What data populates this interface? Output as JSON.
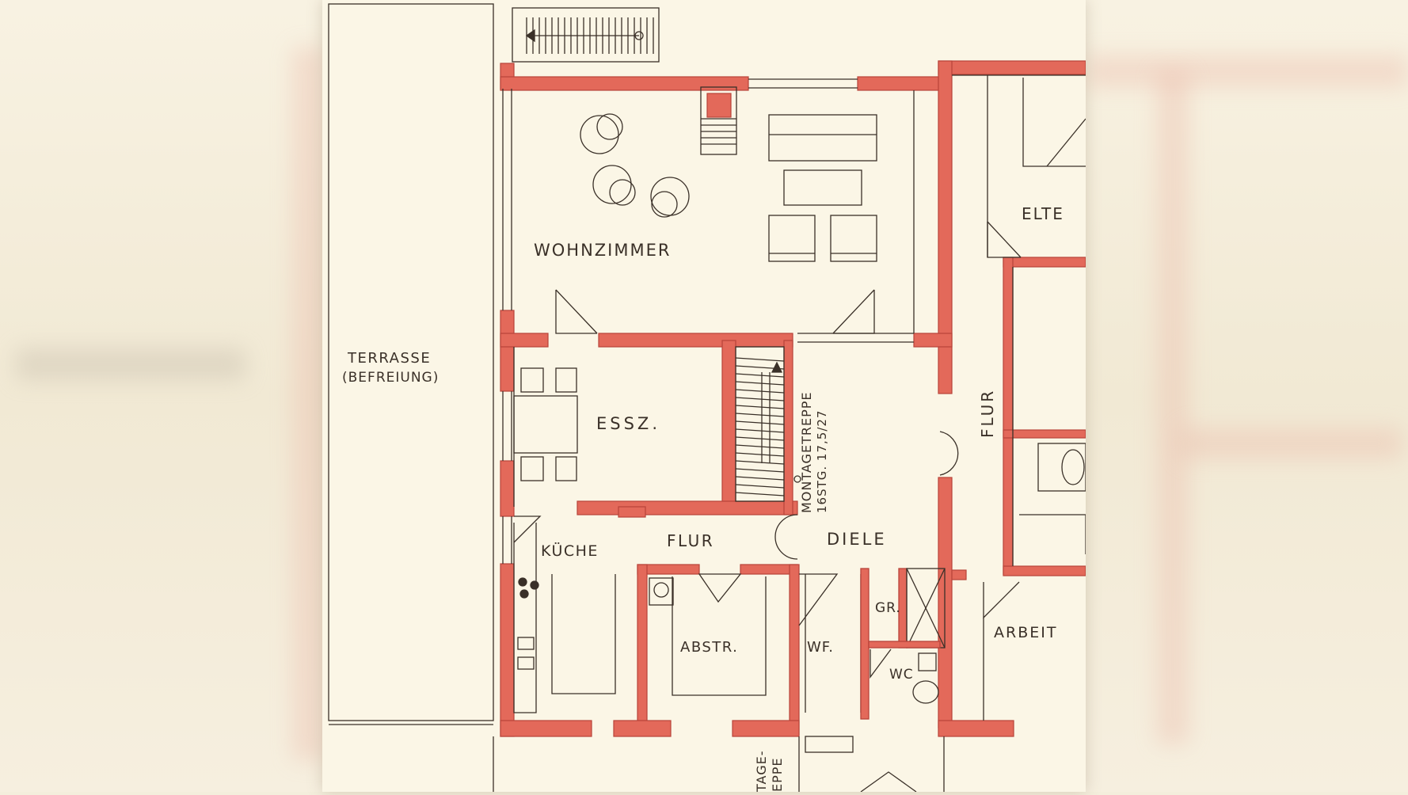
{
  "rooms": {
    "wohnzimmer": "WOHNZIMMER",
    "terrasse": "TERRASSE",
    "befreiung": "(BEFREIUNG)",
    "essz": "ESSZ.",
    "kueche": "KÜCHE",
    "flur_1": "FLUR",
    "flur_2": "FLUR",
    "diele": "DIELE",
    "abstr": "ABSTR.",
    "wf": "WF.",
    "gr": "GR.",
    "wc": "WC",
    "elte": "ELTE",
    "arbeit": "ARBEIT"
  },
  "annotations": {
    "stair_name": "MONTAGETREPPE",
    "stair_spec": "16STG. 17,5/27",
    "bottom_stair_1": "TAGE-",
    "bottom_stair_2": "EPPE"
  },
  "colors": {
    "wall": "#e3695a",
    "line": "#3a3028",
    "paper": "#fbf6e6"
  }
}
